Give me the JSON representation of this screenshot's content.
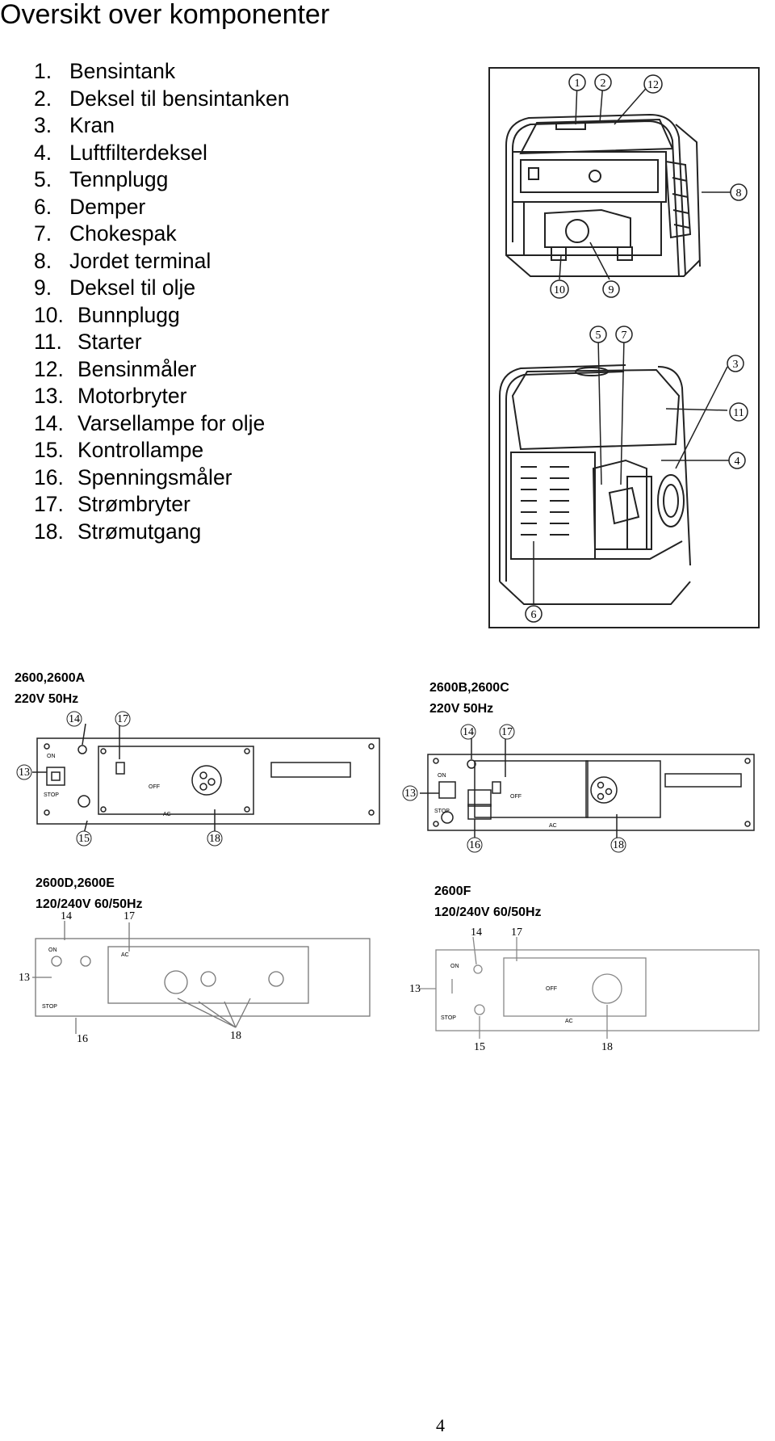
{
  "page": {
    "title": "Oversikt over komponenter",
    "page_number": "4"
  },
  "components": [
    {
      "num": "1.",
      "label": "Bensintank"
    },
    {
      "num": "2.",
      "label": "Deksel til bensintanken"
    },
    {
      "num": "3.",
      "label": "Kran"
    },
    {
      "num": "4.",
      "label": "Luftfilterdeksel"
    },
    {
      "num": "5.",
      "label": "Tennplugg"
    },
    {
      "num": "6.",
      "label": "Demper"
    },
    {
      "num": "7.",
      "label": "Chokespak"
    },
    {
      "num": "8.",
      "label": "Jordet terminal"
    },
    {
      "num": "9.",
      "label": "Deksel til olje"
    },
    {
      "num": "10.",
      "label": "Bunnplugg"
    },
    {
      "num": "11.",
      "label": "Starter"
    },
    {
      "num": "12.",
      "label": "Bensinmåler"
    },
    {
      "num": "13.",
      "label": "Motorbryter"
    },
    {
      "num": "14.",
      "label": "Varsellampe for olje"
    },
    {
      "num": "15.",
      "label": "Kontrollampe"
    },
    {
      "num": "16.",
      "label": "Spenningsmåler"
    },
    {
      "num": "17.",
      "label": "Strømbryter"
    },
    {
      "num": "18.",
      "label": "Strømutgang"
    }
  ],
  "generator_callouts": {
    "top_view": [
      "1",
      "2",
      "12",
      "8",
      "10",
      "9"
    ],
    "bottom_view": [
      "5",
      "7",
      "3",
      "11",
      "4",
      "6"
    ]
  },
  "panels": [
    {
      "model": "2600,2600A",
      "voltage": "220V  50Hz",
      "callouts": [
        "14",
        "17",
        "13",
        "15",
        "18"
      ]
    },
    {
      "model": "2600B,2600C",
      "voltage": "220V  50Hz",
      "callouts": [
        "14",
        "17",
        "13",
        "16",
        "18"
      ]
    },
    {
      "model": "2600D,2600E",
      "voltage": "120/240V  60/50Hz",
      "callouts": [
        "14",
        "17",
        "13",
        "16",
        "18"
      ]
    },
    {
      "model": "2600F",
      "voltage": "120/240V  60/50Hz",
      "callouts": [
        "14",
        "17",
        "13",
        "15",
        "18"
      ]
    }
  ],
  "panel_text": {
    "on": "ON",
    "stop": "STOP",
    "off": "OFF",
    "ac": "AC"
  }
}
